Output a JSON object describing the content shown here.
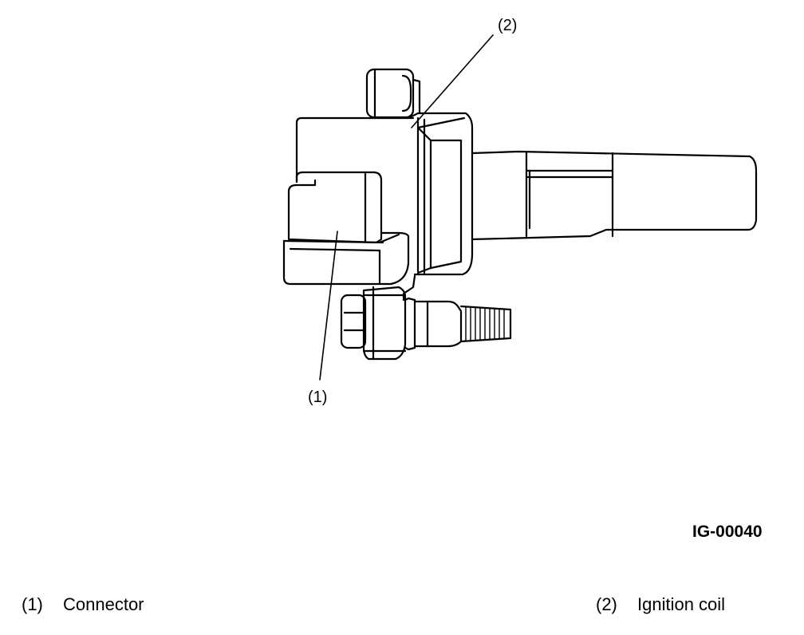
{
  "figure_id": "IG-00040",
  "callouts": [
    {
      "number": "(1)"
    },
    {
      "number": "(2)"
    }
  ],
  "legend": [
    {
      "number": "(1)",
      "label": "Connector"
    },
    {
      "number": "(2)",
      "label": "Ignition coil"
    }
  ]
}
